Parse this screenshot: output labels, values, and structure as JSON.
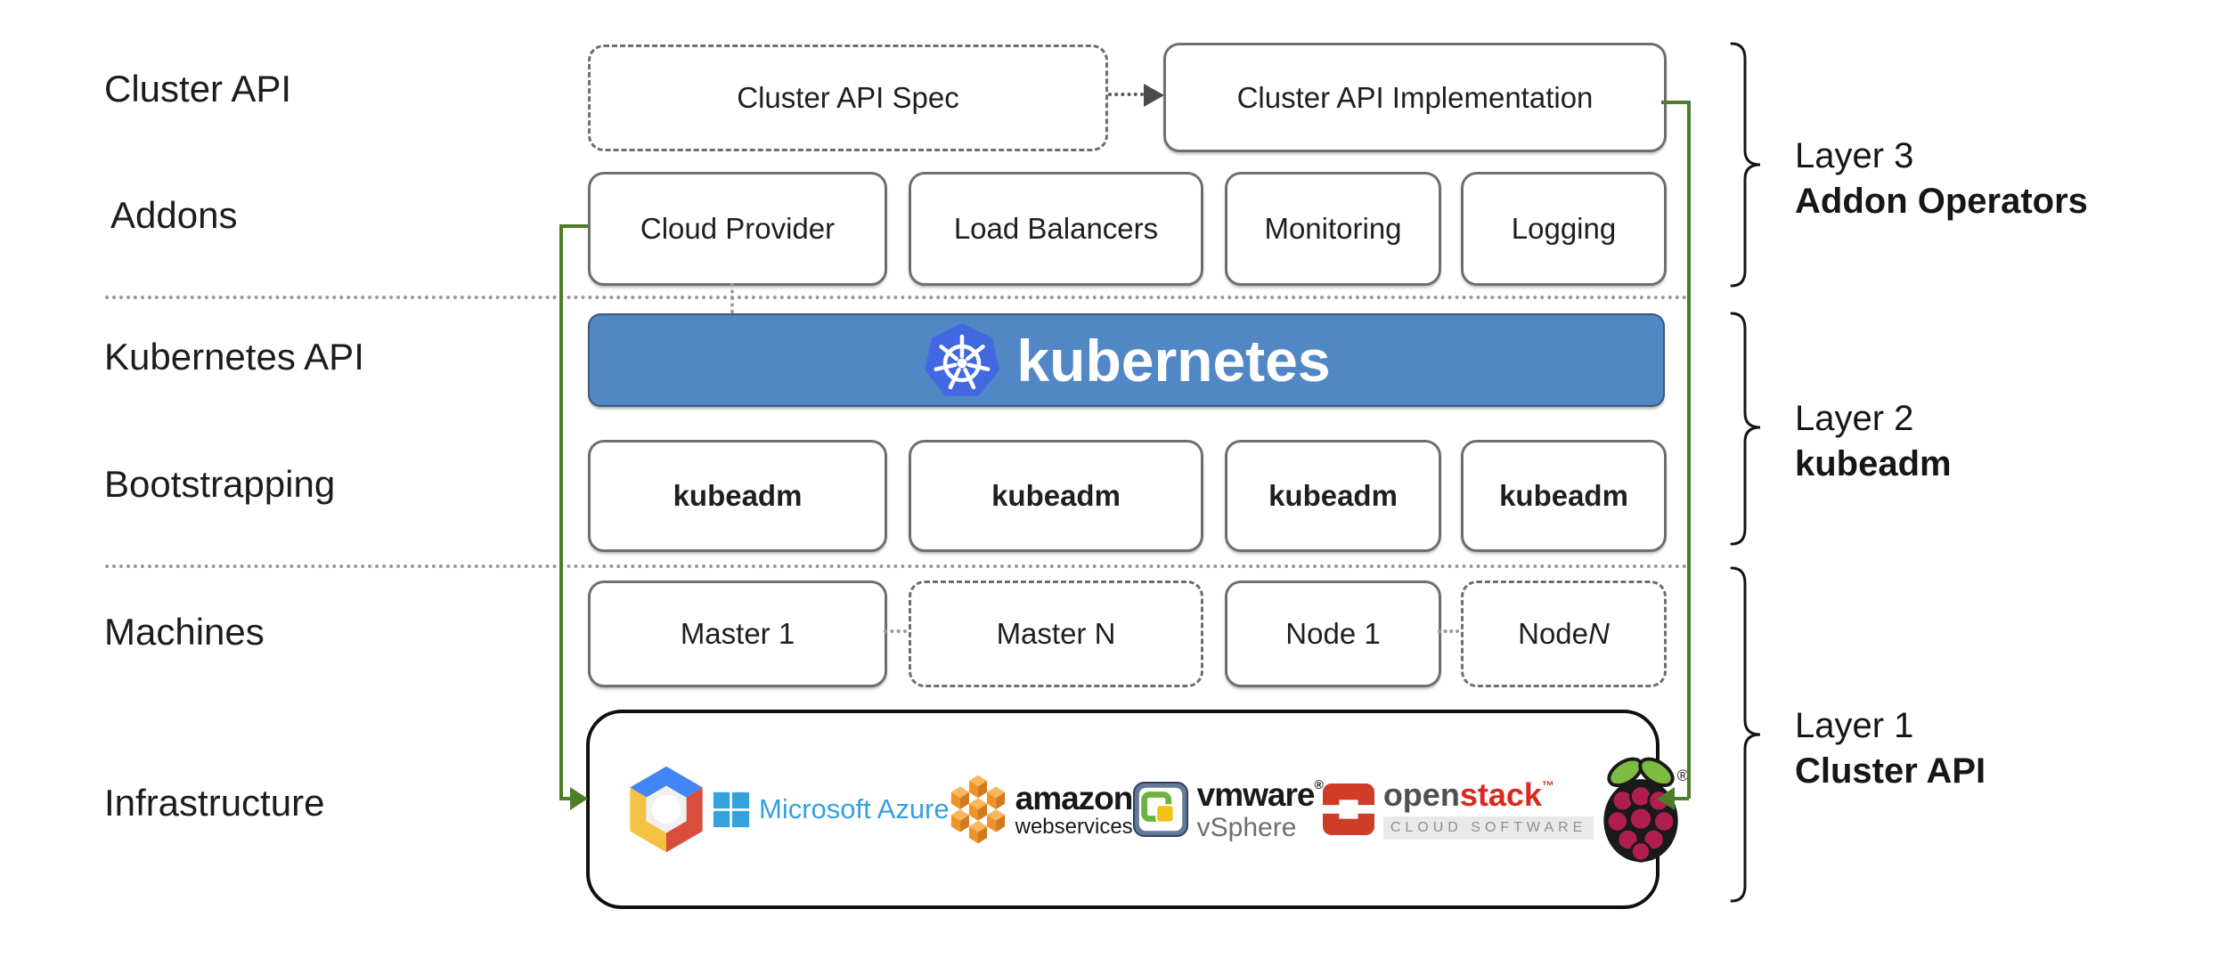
{
  "left_labels": {
    "cluster_api": "Cluster API",
    "addons": "Addons",
    "kubernetes_api": "Kubernetes API",
    "bootstrapping": "Bootstrapping",
    "machines": "Machines",
    "infrastructure": "Infrastructure"
  },
  "top_row": {
    "spec": "Cluster API Spec",
    "implementation": "Cluster API Implementation"
  },
  "addons_row": [
    "Cloud Provider",
    "Load Balancers",
    "Monitoring",
    "Logging"
  ],
  "banner": {
    "wordmark": "kubernetes"
  },
  "bootstrapping_row": [
    "kubeadm",
    "kubeadm",
    "kubeadm",
    "kubeadm"
  ],
  "machines_row": [
    {
      "prefix": "Master 1",
      "suffix": ""
    },
    {
      "prefix": "Master N",
      "suffix": ""
    },
    {
      "prefix": "Node 1",
      "suffix": ""
    },
    {
      "prefix": "Node ",
      "suffix": "N"
    }
  ],
  "layers": [
    {
      "line1": "Layer 3",
      "line2": "Addon Operators"
    },
    {
      "line1": "Layer 2",
      "line2": "kubeadm"
    },
    {
      "line1": "Layer 1",
      "line2": "Cluster API"
    }
  ],
  "infrastructure_logos": {
    "azure": {
      "text": "Microsoft Azure"
    },
    "aws": {
      "text": "amazon",
      "subtext": "webservices"
    },
    "vmware": {
      "text": "vmware",
      "reg": "®",
      "subtext": "vSphere"
    },
    "openstack": {
      "text_open": "open",
      "text_stack": "stack",
      "tm": "™",
      "subtext": "CLOUD SOFTWARE"
    },
    "raspberry_pi": {
      "reg": "®"
    }
  },
  "colors": {
    "banner_blue": "#5287c6",
    "k8s_heptagon_blue": "#4168e1",
    "connector_green": "#4e7d2a",
    "box_border_gray": "#6e6e6e",
    "text_dark": "#1f1f1f"
  }
}
